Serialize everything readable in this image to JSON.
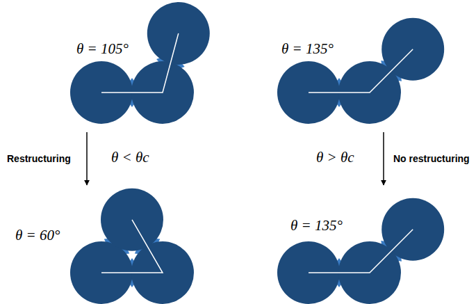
{
  "diagram": {
    "labels": [
      "θ = 105°",
      "θ = 135°",
      "Restructuring",
      "θ < θc",
      "θ > θc",
      "No restructuring",
      "θ = 60°",
      "θ = 135°"
    ]
  }
}
